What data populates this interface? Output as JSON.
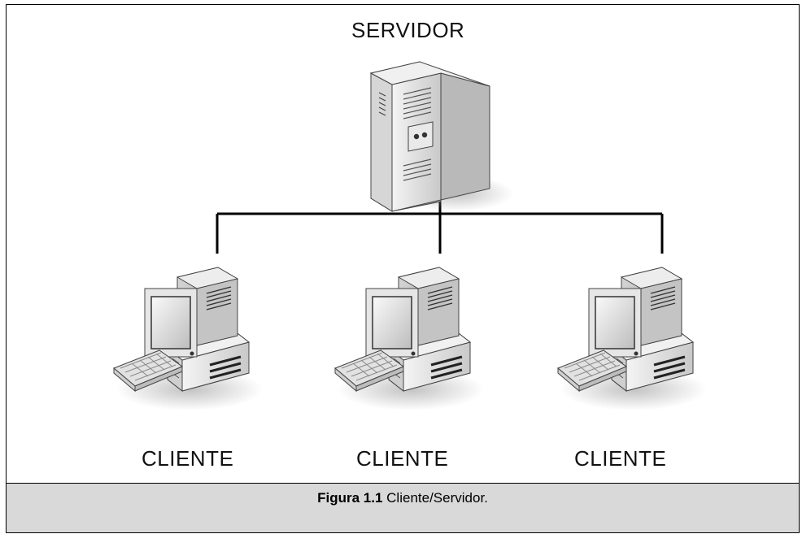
{
  "server": {
    "label": "SERVIDOR"
  },
  "clients": [
    {
      "label": "CLIENTE"
    },
    {
      "label": "CLIENTE"
    },
    {
      "label": "CLIENTE"
    }
  ],
  "caption": {
    "number": "Figura 1.1",
    "text": "Cliente/Servidor."
  },
  "colors": {
    "caption_bg": "#d9d9d9",
    "line": "#000000",
    "device_body": "#e8e8e8"
  }
}
